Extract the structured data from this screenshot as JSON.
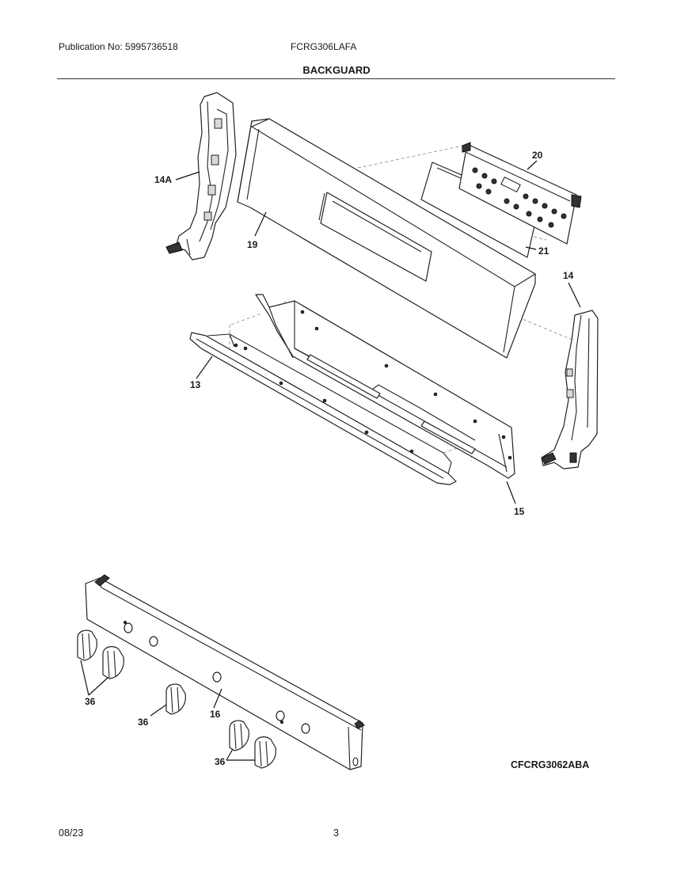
{
  "header": {
    "publication": "Publication No: 5995736518",
    "model": "FCRG306LAFA",
    "section_title": "BACKGUARD"
  },
  "callouts": {
    "c14A": "14A",
    "c19": "19",
    "c20": "20",
    "c21": "21",
    "c14": "14",
    "c13": "13",
    "c15": "15",
    "c36a": "36",
    "c36b": "36",
    "c16": "16",
    "c36c": "36"
  },
  "drawing_code": "CFCRG3062ABA",
  "footer": {
    "date": "08/23",
    "page": "3"
  }
}
